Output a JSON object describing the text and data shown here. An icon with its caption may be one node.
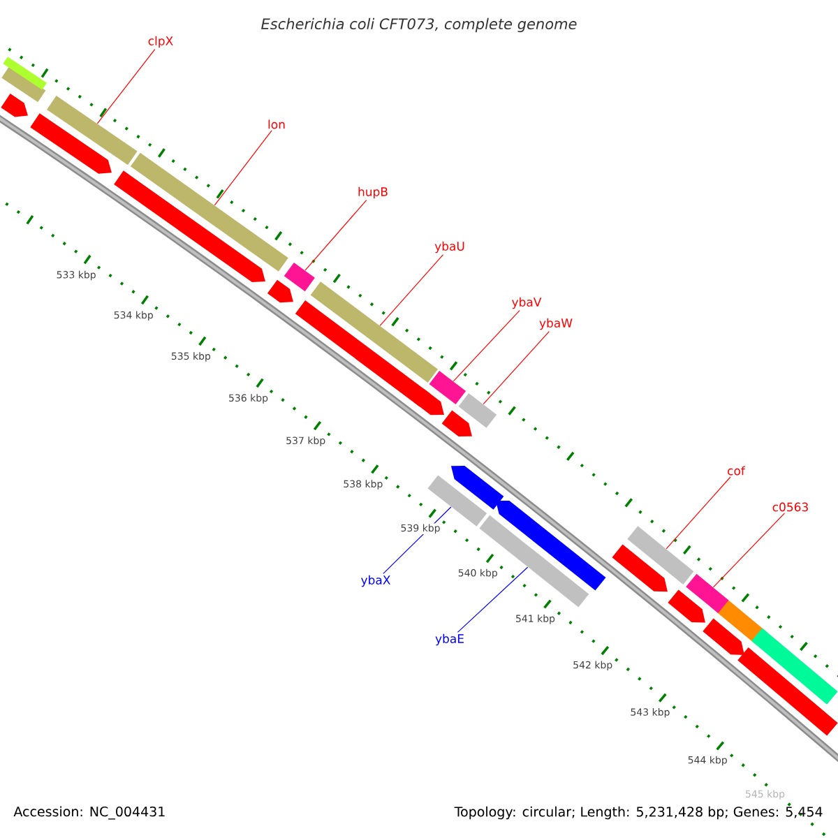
{
  "diagram": {
    "title": "Escherichia coli CFT073, complete genome",
    "nodes": [
      {
        "text": [
          "clpX"
        ]
      },
      {
        "text": [
          "lon"
        ]
      },
      {
        "text": [
          "hupB"
        ]
      },
      {
        "text": [
          "ybaU"
        ]
      },
      {
        "text": [
          "ybaV"
        ]
      },
      {
        "text": [
          "ybaW"
        ]
      },
      {
        "text": [
          "cof"
        ]
      },
      {
        "text": [
          "c0563"
        ]
      },
      {
        "text": [
          "ybaX"
        ]
      },
      {
        "text": [
          "ybaE"
        ]
      },
      {
        "text": [],
        "shape": "bar"
      },
      {
        "text": [],
        "shape": "bar"
      },
      {
        "text": [],
        "shape": "bar"
      },
      {
        "text": [],
        "shape": "bar"
      },
      {
        "text": [],
        "shape": "bar"
      },
      {
        "text": [],
        "shape": "bar"
      },
      {
        "text": [],
        "shape": "bar"
      },
      {
        "text": [],
        "shape": "bar"
      },
      {
        "text": [],
        "shape": "bar"
      },
      {
        "text": [],
        "shape": "bar"
      },
      {
        "text": [],
        "shape": "arrow"
      },
      {
        "text": [],
        "shape": "arrow"
      },
      {
        "text": [],
        "shape": "arrow"
      },
      {
        "text": [],
        "shape": "arrow"
      },
      {
        "text": [],
        "shape": "arrow"
      },
      {
        "text": [],
        "shape": "arrow"
      },
      {
        "text": [],
        "shape": "arrow"
      },
      {
        "text": [],
        "shape": "arrow"
      },
      {
        "text": [],
        "shape": "arrow"
      },
      {
        "text": [],
        "shape": "arrow"
      },
      {
        "text": [],
        "shape": "arrow"
      },
      {
        "text": [],
        "shape": "bar"
      },
      {
        "text": [],
        "shape": "bar"
      },
      {
        "text": [],
        "shape": "bar"
      },
      {
        "text": [],
        "shape": "bar"
      },
      {
        "text": [],
        "shape": "arrow"
      },
      {
        "text": [],
        "shape": "arrow"
      }
    ],
    "edges": [
      {
        "from": 0,
        "to": 10,
        "arrow": "none"
      },
      {
        "from": 1,
        "to": 11,
        "arrow": "none"
      },
      {
        "from": 2,
        "to": 12,
        "arrow": "none"
      },
      {
        "from": 3,
        "to": 13,
        "arrow": "none"
      },
      {
        "from": 4,
        "to": 14,
        "arrow": "none"
      },
      {
        "from": 5,
        "to": 15,
        "arrow": "none"
      },
      {
        "from": 6,
        "to": 16,
        "arrow": "none"
      },
      {
        "from": 7,
        "to": 17,
        "arrow": "none"
      },
      {
        "from": 8,
        "to": 18,
        "arrow": "none",
        "color": "#0000ff"
      },
      {
        "from": 9,
        "to": 19,
        "arrow": "none",
        "color": "#0000ff"
      }
    ],
    "labels": [
      "533 kbp",
      "534 kbp",
      "535 kbp",
      "536 kbp",
      "537 kbp",
      "538 kbp",
      "539 kbp",
      "540 kbp",
      "541 kbp",
      "542 kbp",
      "543 kbp",
      "544 kbp",
      "545 kbp",
      "Accession: NC_004431",
      "Topology: circular; Length: 5,231,428 bp; Genes: 5,454"
    ]
  }
}
